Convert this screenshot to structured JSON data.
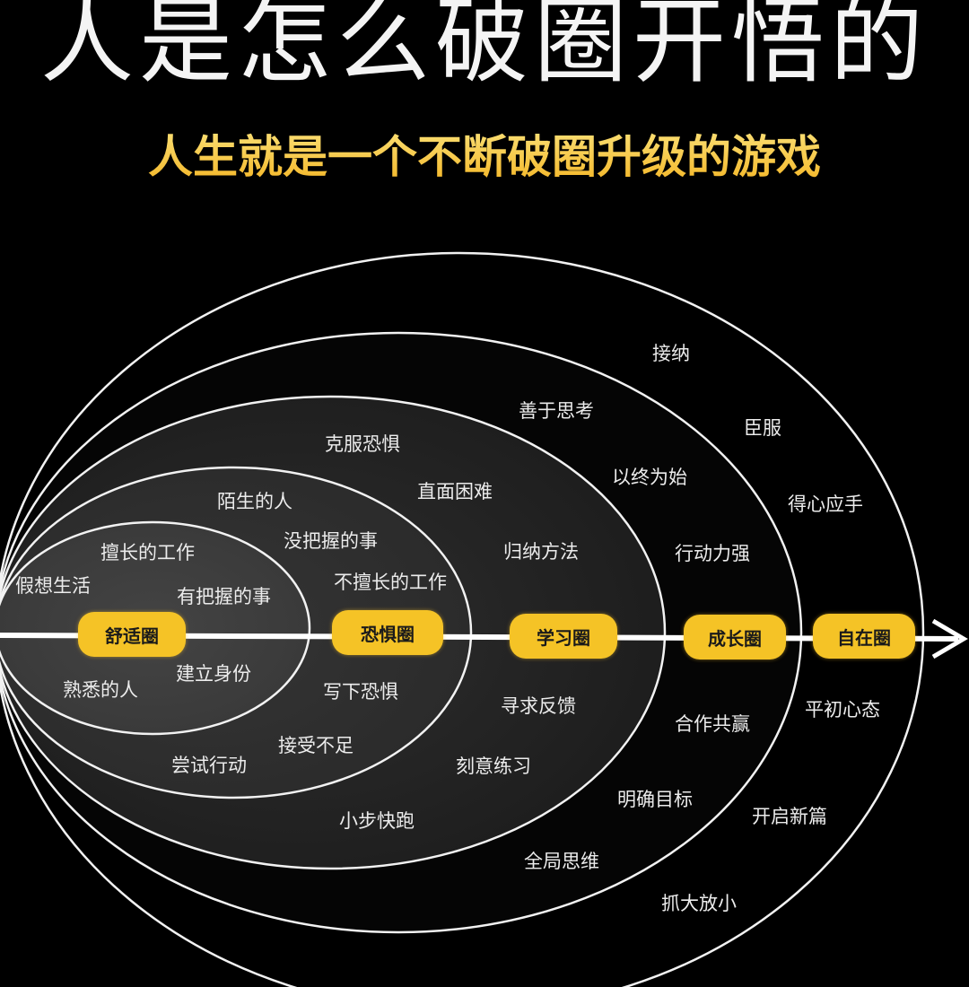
{
  "header": {
    "title": "人是怎么破圈开悟的",
    "subtitle": "人生就是一个不断破圈升级的游戏"
  },
  "colors": {
    "background": "#000000",
    "pill": "#f5c326",
    "subtitle": "#f6c43a",
    "line": "#ffffff"
  },
  "circles": [
    {
      "name": "舒适圈",
      "items": [
        "擅长的工作",
        "假想生活",
        "有把握的事",
        "熟悉的人",
        "建立身份"
      ]
    },
    {
      "name": "恐惧圈",
      "items": [
        "陌生的人",
        "没把握的事",
        "不擅长的工作",
        "写下恐惧",
        "尝试行动",
        "接受不足"
      ]
    },
    {
      "name": "学习圈",
      "items": [
        "克服恐惧",
        "直面困难",
        "归纳方法",
        "寻求反馈",
        "刻意练习",
        "小步快跑"
      ]
    },
    {
      "name": "成长圈",
      "items": [
        "善于思考",
        "以终为始",
        "行动力强",
        "合作共赢",
        "明确目标",
        "全局思维"
      ]
    },
    {
      "name": "自在圈",
      "items": [
        "接纳",
        "臣服",
        "得心应手",
        "平初心态",
        "开启新篇",
        "抓大放小"
      ]
    }
  ]
}
